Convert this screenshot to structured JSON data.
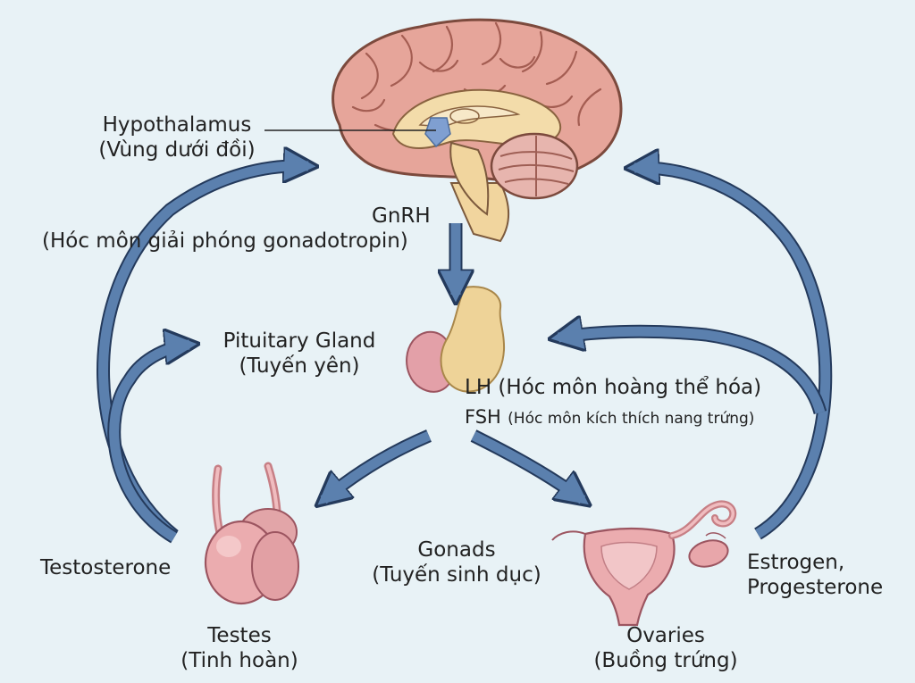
{
  "colors": {
    "background": "#e8f2f6",
    "arrow": "#5b80ae",
    "arrow_outline": "#243a5c",
    "brain": "#e6a59a",
    "pituitary_posterior": "#e3a0a8",
    "pituitary_anterior": "#eed398",
    "hypothalamus_marker": "#7f9fd1",
    "gonad": "#ebacaf"
  },
  "labels": {
    "hypothalamus": {
      "name": "Hypothalamus",
      "translation": "(Vùng dưới đồi)"
    },
    "gnrh": {
      "name": "GnRH",
      "translation": "(Hóc môn giải phóng gonadotropin)"
    },
    "pituitary": {
      "name": "Pituitary Gland",
      "translation": "(Tuyến yên)"
    },
    "lh": "LH (Hóc môn hoàng thể hóa)",
    "fsh": {
      "abbr": "FSH",
      "desc": "(Hóc môn kích thích nang trứng)"
    },
    "gonads": {
      "name": "Gonads",
      "translation": "(Tuyến sinh dục)"
    },
    "testes": {
      "name": "Testes",
      "translation": "(Tinh hoàn)"
    },
    "ovaries": {
      "name": "Ovaries",
      "translation": "(Buồng trứng)"
    },
    "testosterone": "Testosterone",
    "estrogen": {
      "line1": "Estrogen,",
      "line2": "Progesterone"
    }
  },
  "icons": {
    "brain": "brain-icon",
    "pituitary": "pituitary-gland-icon",
    "testes": "testes-icon",
    "ovaries": "uterus-ovaries-icon"
  }
}
